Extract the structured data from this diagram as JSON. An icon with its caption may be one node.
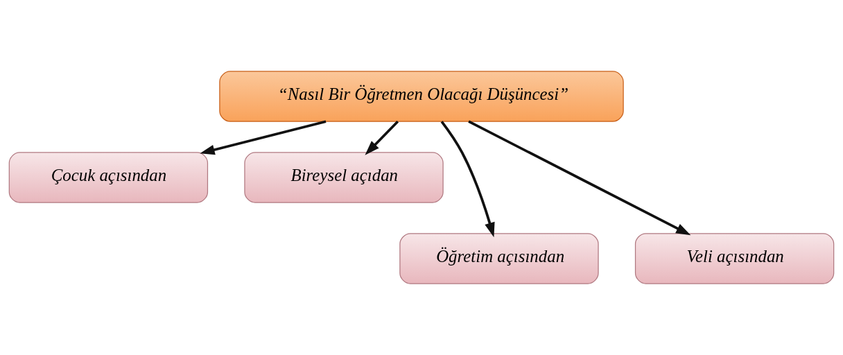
{
  "diagram": {
    "nodes": [
      {
        "text": [
          "“Nasıl Bir Öğretmen Olacağı Düşüncesi”"
        ]
      },
      {
        "text": [
          "Çocuk açısından"
        ]
      },
      {
        "text": [
          "Bireysel açıdan"
        ]
      },
      {
        "text": [
          "Öğretim açısından"
        ]
      },
      {
        "text": [
          "Veli açısından"
        ]
      }
    ],
    "edges": [
      {
        "from": 0,
        "to": 1,
        "arrow": "to"
      },
      {
        "from": 0,
        "to": 3,
        "arrow": "to"
      },
      {
        "from": 0,
        "to": 4,
        "arrow": "to"
      },
      {
        "from": 0,
        "to": 2,
        "arrow": "to"
      }
    ]
  }
}
